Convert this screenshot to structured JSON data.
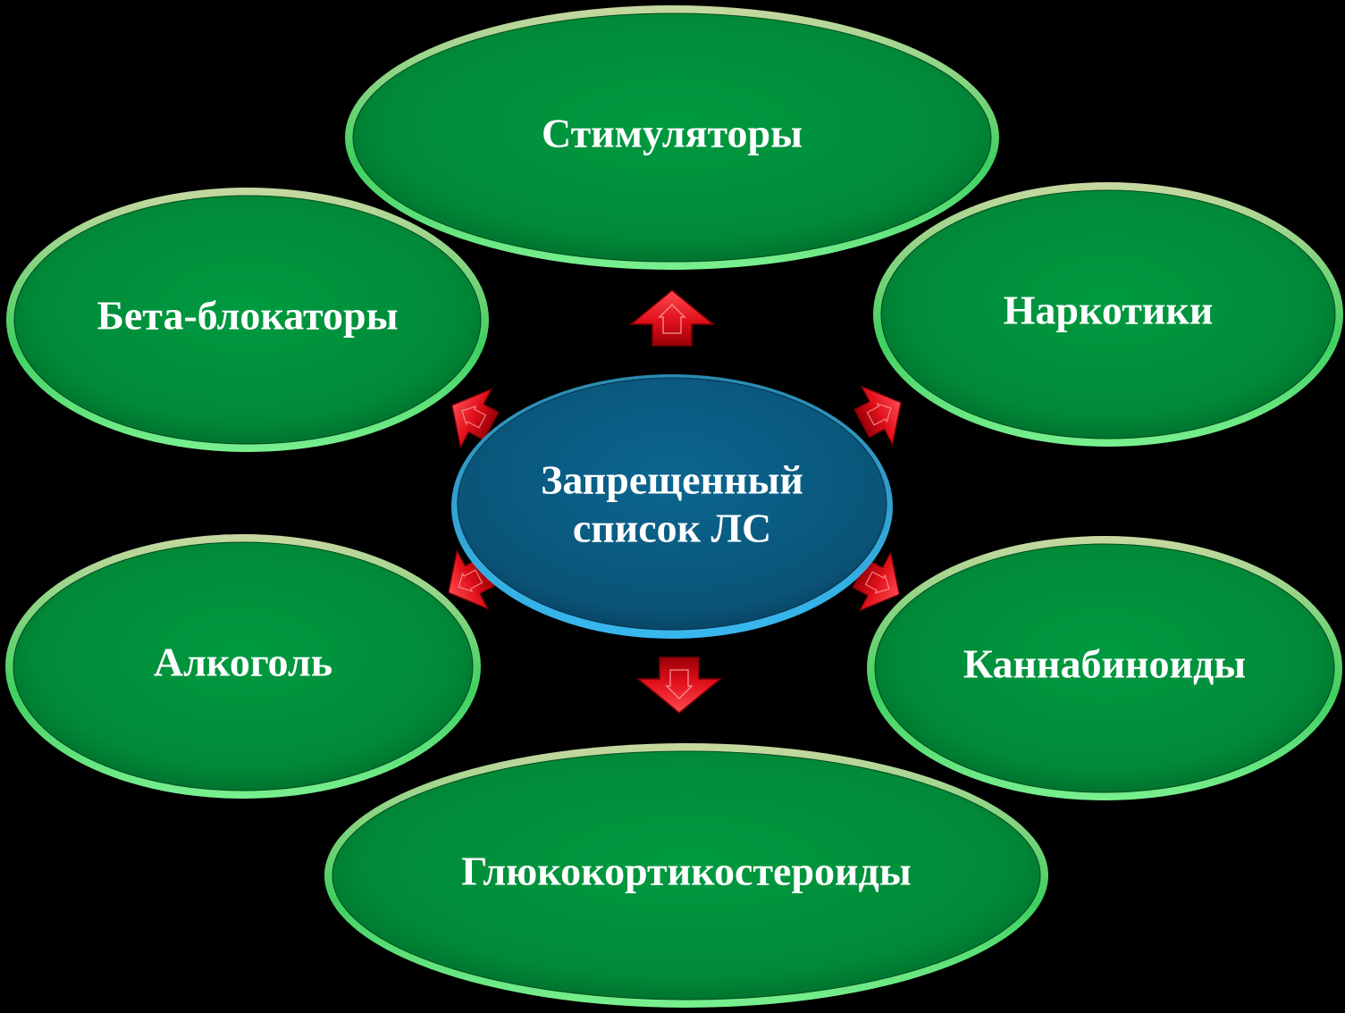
{
  "center": {
    "line1": "Запрещенный",
    "line2": "список ЛС",
    "color": "#0b5a80"
  },
  "nodes": {
    "stimulants": "Стимуляторы",
    "narcotics": "Наркотики",
    "beta_blockers": "Бета-блокаторы",
    "alcohol": "Алкоголь",
    "cannabinoids": "Каннабиноиды",
    "glucocorticosteroids": "Глюкокортикостероиды"
  },
  "colors": {
    "node_fill": "#008a3a",
    "node_rim": "#5fe07a",
    "arrow": "#e0101a",
    "background": "#000000"
  }
}
